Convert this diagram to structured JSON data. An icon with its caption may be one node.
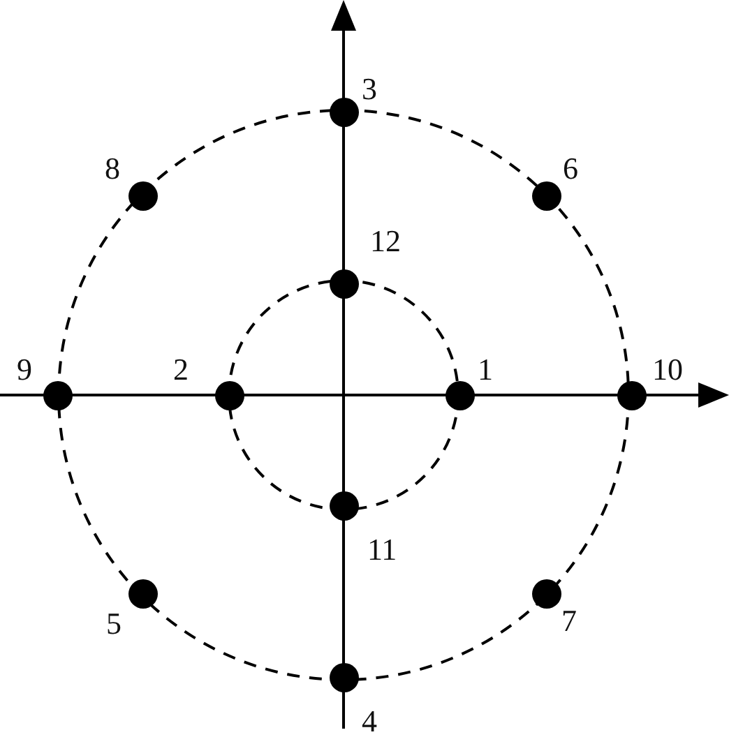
{
  "diagram": {
    "nodes": [
      {
        "text": [],
        "shape": "circle",
        "beside": [
          "1"
        ]
      },
      {
        "text": [],
        "shape": "circle",
        "beside": [
          "2"
        ]
      },
      {
        "text": [],
        "shape": "circle",
        "beside": [
          "3"
        ]
      },
      {
        "text": [],
        "shape": "circle",
        "beside": [
          "4"
        ]
      },
      {
        "text": [],
        "shape": "circle",
        "beside": [
          "5"
        ]
      },
      {
        "text": [],
        "shape": "circle",
        "beside": [
          "6"
        ]
      },
      {
        "text": [],
        "shape": "circle",
        "beside": [
          "7"
        ]
      },
      {
        "text": [],
        "shape": "circle",
        "beside": [
          "8"
        ]
      },
      {
        "text": [],
        "shape": "circle",
        "beside": [
          "9"
        ]
      },
      {
        "text": [],
        "shape": "circle",
        "beside": [
          "10"
        ]
      },
      {
        "text": [],
        "shape": "circle",
        "beside": [
          "11"
        ]
      },
      {
        "text": [],
        "shape": "circle",
        "beside": [
          "12"
        ]
      }
    ]
  }
}
